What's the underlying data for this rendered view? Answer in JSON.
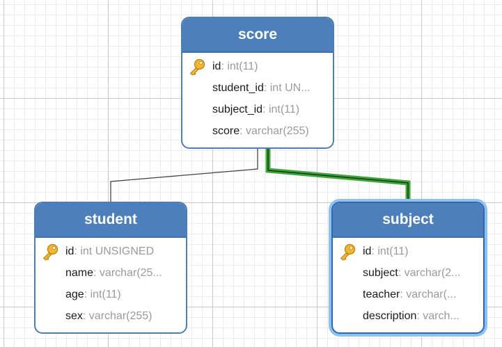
{
  "colors": {
    "header": "#4d80bb",
    "border": "#4c7eb5",
    "selected_glow": "#8dc1f0",
    "highlight_relation": "#3aa635",
    "relation": "#444444",
    "type_text": "#9a9a9a",
    "key_icon": "#f0b429"
  },
  "entities": {
    "score": {
      "name": "score",
      "fields": [
        {
          "name": "id",
          "type": ": int(11)",
          "primary_key": true,
          "icon": "key-icon"
        },
        {
          "name": "student_id",
          "type": ": int UN...",
          "primary_key": false
        },
        {
          "name": "subject_id",
          "type": ": int(11)",
          "primary_key": false
        },
        {
          "name": "score",
          "type": ": varchar(255)",
          "primary_key": false
        }
      ]
    },
    "student": {
      "name": "student",
      "fields": [
        {
          "name": "id",
          "type": ": int UNSIGNED",
          "primary_key": true,
          "icon": "key-icon"
        },
        {
          "name": "name",
          "type": ": varchar(25...",
          "primary_key": false
        },
        {
          "name": "age",
          "type": ": int(11)",
          "primary_key": false
        },
        {
          "name": "sex",
          "type": ": varchar(255)",
          "primary_key": false
        }
      ]
    },
    "subject": {
      "name": "subject",
      "selected": true,
      "fields": [
        {
          "name": "id",
          "type": ": int(11)",
          "primary_key": true,
          "icon": "key-icon"
        },
        {
          "name": "subject",
          "type": ": varchar(2...",
          "primary_key": false
        },
        {
          "name": "teacher",
          "type": ": varchar(...",
          "primary_key": false
        },
        {
          "name": "description",
          "type": ": varch...",
          "primary_key": false
        }
      ]
    }
  },
  "relations": [
    {
      "from": "score",
      "to": "student",
      "highlighted": false
    },
    {
      "from": "score",
      "to": "subject",
      "highlighted": true
    }
  ]
}
